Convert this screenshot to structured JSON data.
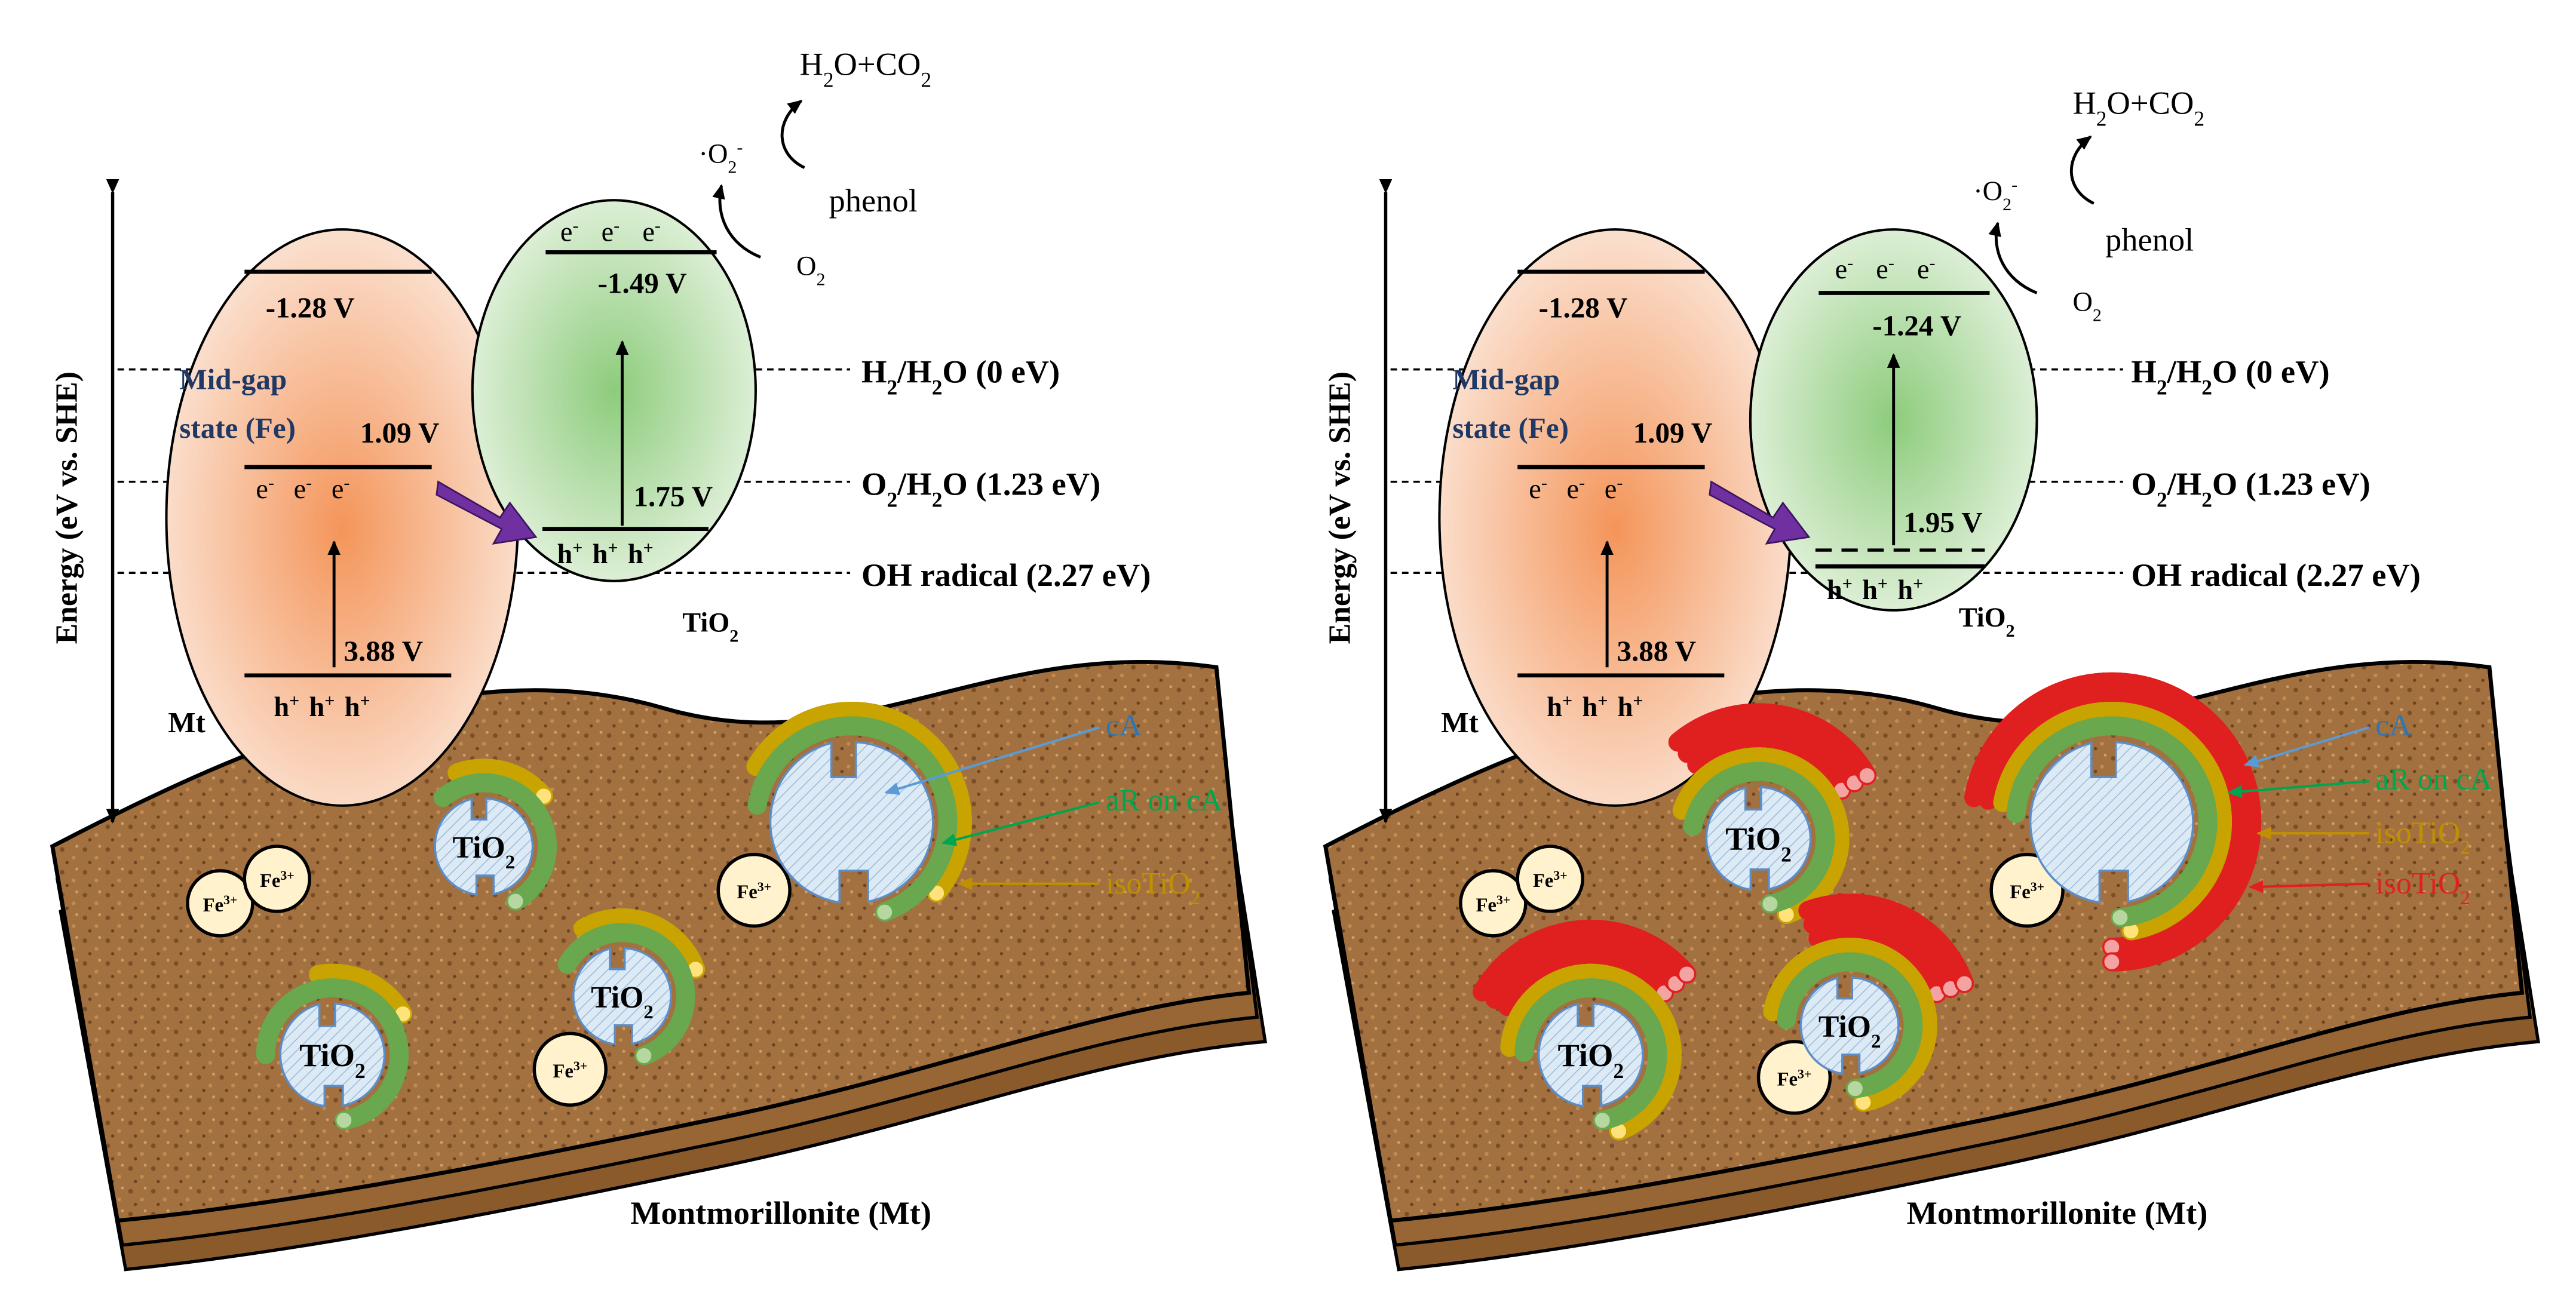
{
  "colors": {
    "ellipse_mt": "#f7b184",
    "ellipse_tio2": "#b7dcaa",
    "arrow": "#7030a0",
    "midgap_text": "#203864",
    "ca": "#2e75b6",
    "ar_on_ca": "#00a550",
    "iso_yellow": "#c09000",
    "iso_red": "#e02020",
    "soil": "#a0703f"
  },
  "energy_axis_label": "Energy (eV vs. SHE)",
  "reference_levels": [
    "H",
    "2",
    "/H",
    "2",
    "O (0 eV)",
    "O",
    "2",
    "/H",
    "2",
    "O (1.23 eV)",
    "OH radical (2.27 eV)"
  ],
  "panels": [
    {
      "mt_cb": "-1.28 V",
      "mt_gap_value": "1.09 V",
      "mt_bg": "3.88 V",
      "mt_label": "Mt",
      "midgap_line1": "Mid-gap",
      "midgap_line2": "state (Fe)",
      "tio2_cb": "-1.49 V",
      "tio2_gap": "1.75 V",
      "tio2_label": "TiO",
      "tio2_label_sub": "2",
      "legend": [
        "cA",
        "aR on cA",
        "isoTiO"
      ]
    },
    {
      "mt_cb": "-1.28 V",
      "mt_gap_value": "1.09 V",
      "mt_bg": "3.88 V",
      "mt_label": "Mt",
      "midgap_line1": "Mid-gap",
      "midgap_line2": "state (Fe)",
      "tio2_cb": "-1.24 V",
      "tio2_gap": "1.95 V",
      "tio2_label": "TiO",
      "tio2_label_sub": "2",
      "legend": [
        "cA",
        "aR on cA",
        "isoTiO",
        "isoTiO"
      ]
    }
  ],
  "particle_label": "TiO",
  "particle_sub": "2",
  "iso_sub": "2",
  "electron": "e",
  "electron_sup": "-",
  "hole": "h",
  "hole_sup": "+",
  "fe_label": "Fe",
  "fe_sup": "3+",
  "reactions": {
    "product": "H",
    "product_sub1": "2",
    "product_mid": "O+CO",
    "product_sub2": "2",
    "superoxide": "·O",
    "superoxide_sub": "2",
    "superoxide_sup": "-",
    "phenol": "phenol",
    "oxygen": "O",
    "oxygen_sub": "2"
  },
  "bottom_label": "Montmorillonite (Mt)"
}
